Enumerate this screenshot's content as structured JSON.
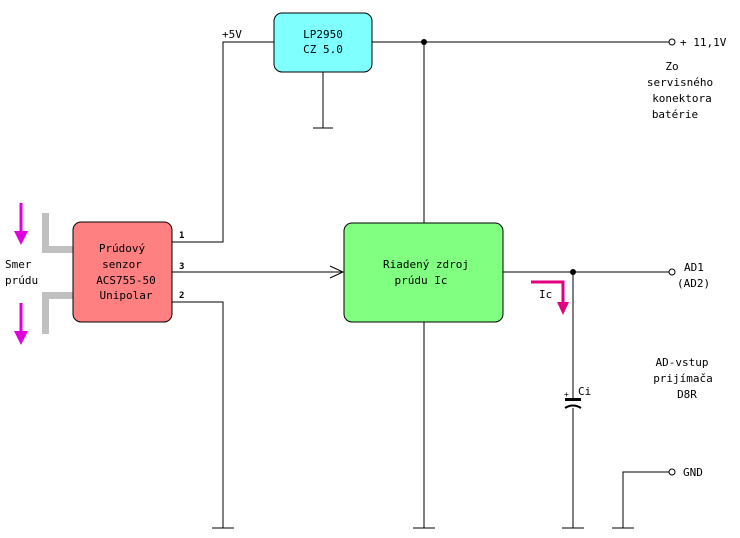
{
  "regulator": {
    "line1": "LP2950",
    "line2": "CZ 5.0",
    "fill": "#80ffff"
  },
  "sensor": {
    "line1": "Prúdový",
    "line2": "senzor",
    "line3": "ACS755-50",
    "line4": "Unipolar",
    "fill": "#ff8080",
    "pins": {
      "p1": "1",
      "p3": "3",
      "p2": "2"
    }
  },
  "source": {
    "line1": "Riadený zdroj",
    "line2": "prúdu Ic",
    "fill": "#80ff80"
  },
  "rail_5v": "+5V",
  "supply": {
    "label": "+ 11,1V",
    "note1": "Zo",
    "note2": "servisného",
    "note3": "konektora",
    "note4": "batérie"
  },
  "current_dir": {
    "line1": "Smer",
    "line2": "prúdu",
    "arrow_color": "#e000e0"
  },
  "ic_label": "Ic",
  "ic_arrow_color": "#e00080",
  "capacitor": {
    "label": "Ci",
    "polarity": "+"
  },
  "ad_terminal": {
    "line1": "AD1",
    "line2": "(AD2)"
  },
  "receiver": {
    "line1": "AD-vstup",
    "line2": "prijímača",
    "line3": "D8R"
  },
  "gnd_label": "GND"
}
